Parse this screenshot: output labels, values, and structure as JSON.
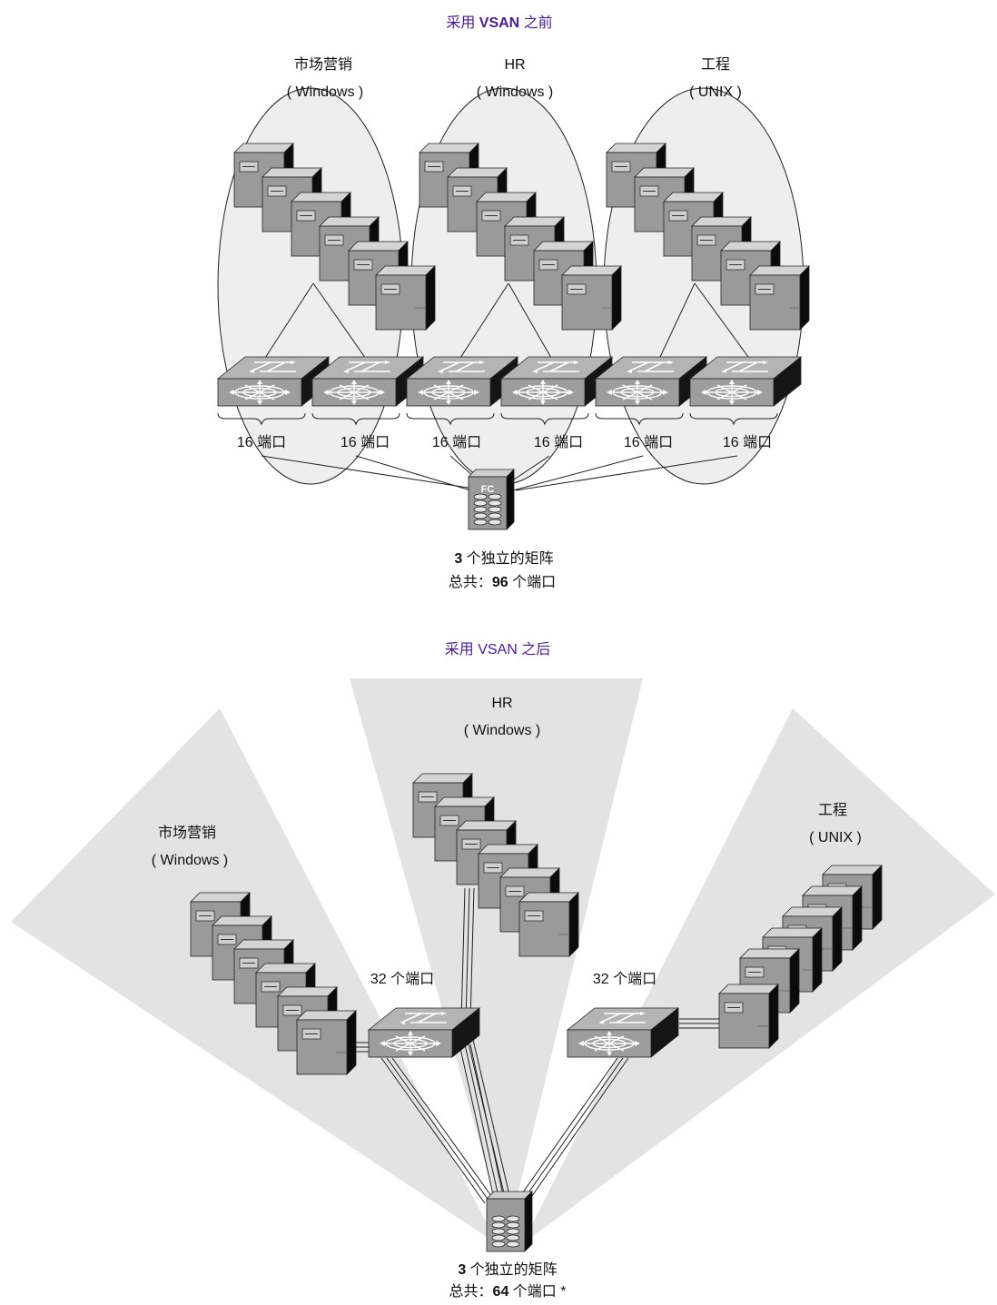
{
  "before": {
    "title_prefix": "采用 ",
    "title_bold": "VSAN",
    "title_suffix": " 之前",
    "groups": [
      {
        "name": "市场营销",
        "os": "( Windows )"
      },
      {
        "name": "HR",
        "os": "( Windows )"
      },
      {
        "name": "工程",
        "os": "( UNIX )"
      }
    ],
    "port_labels": [
      "16 端口",
      "16 端口",
      "16 端口",
      "16 端口",
      "16 端口",
      "16 端口"
    ],
    "array_label": "FC",
    "summary_num": "3",
    "summary_text": " 个独立的矩阵",
    "total_prefix": "总共：",
    "total_num": "96",
    "total_suffix": " 个端口"
  },
  "after": {
    "title": "采用 VSAN 之后",
    "groups": [
      {
        "name": "HR",
        "os": "( Windows )"
      },
      {
        "name": "市场营销",
        "os": "( Windows )"
      },
      {
        "name": "工程",
        "os": "( UNIX )"
      }
    ],
    "switch_labels": [
      "32 个端口",
      "32 个端口"
    ],
    "summary_num": "3",
    "summary_text": " 个独立的矩阵",
    "total_prefix": "总共：",
    "total_num": "64",
    "total_suffix": " 个端口 *"
  }
}
